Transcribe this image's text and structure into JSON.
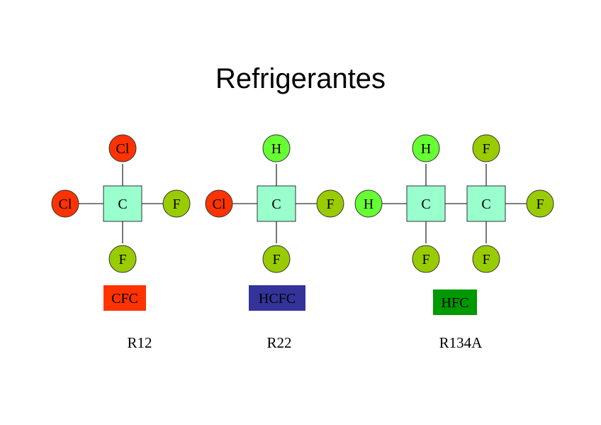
{
  "title": "Refrigerantes",
  "colors": {
    "carbon": "#99ffcc",
    "chlorine": "#ff3300",
    "fluorine": "#99cc00",
    "hydrogen": "#66ff33",
    "bond": "#555555",
    "outline": "#333333",
    "CFC": "#ff3300",
    "HCFC": "#333399",
    "HFC": "#009900"
  },
  "molecules": [
    {
      "name": "R12",
      "class": "CFC",
      "carbons": [
        "C"
      ],
      "substituents": [
        {
          "on": 0,
          "pos": "top",
          "element": "Cl"
        },
        {
          "on": 0,
          "pos": "left",
          "element": "Cl"
        },
        {
          "on": 0,
          "pos": "right",
          "element": "F"
        },
        {
          "on": 0,
          "pos": "bottom",
          "element": "F"
        }
      ]
    },
    {
      "name": "R22",
      "class": "HCFC",
      "carbons": [
        "C"
      ],
      "substituents": [
        {
          "on": 0,
          "pos": "top",
          "element": "H"
        },
        {
          "on": 0,
          "pos": "left",
          "element": "Cl"
        },
        {
          "on": 0,
          "pos": "right",
          "element": "F"
        },
        {
          "on": 0,
          "pos": "bottom",
          "element": "F"
        }
      ]
    },
    {
      "name": "R134A",
      "class": "HFC",
      "carbons": [
        "C",
        "C"
      ],
      "substituents": [
        {
          "on": 0,
          "pos": "left",
          "element": "H"
        },
        {
          "on": 0,
          "pos": "top",
          "element": "H"
        },
        {
          "on": 0,
          "pos": "bottom",
          "element": "F"
        },
        {
          "on": 1,
          "pos": "top",
          "element": "F"
        },
        {
          "on": 1,
          "pos": "right",
          "element": "F"
        },
        {
          "on": 1,
          "pos": "bottom",
          "element": "F"
        }
      ]
    }
  ]
}
